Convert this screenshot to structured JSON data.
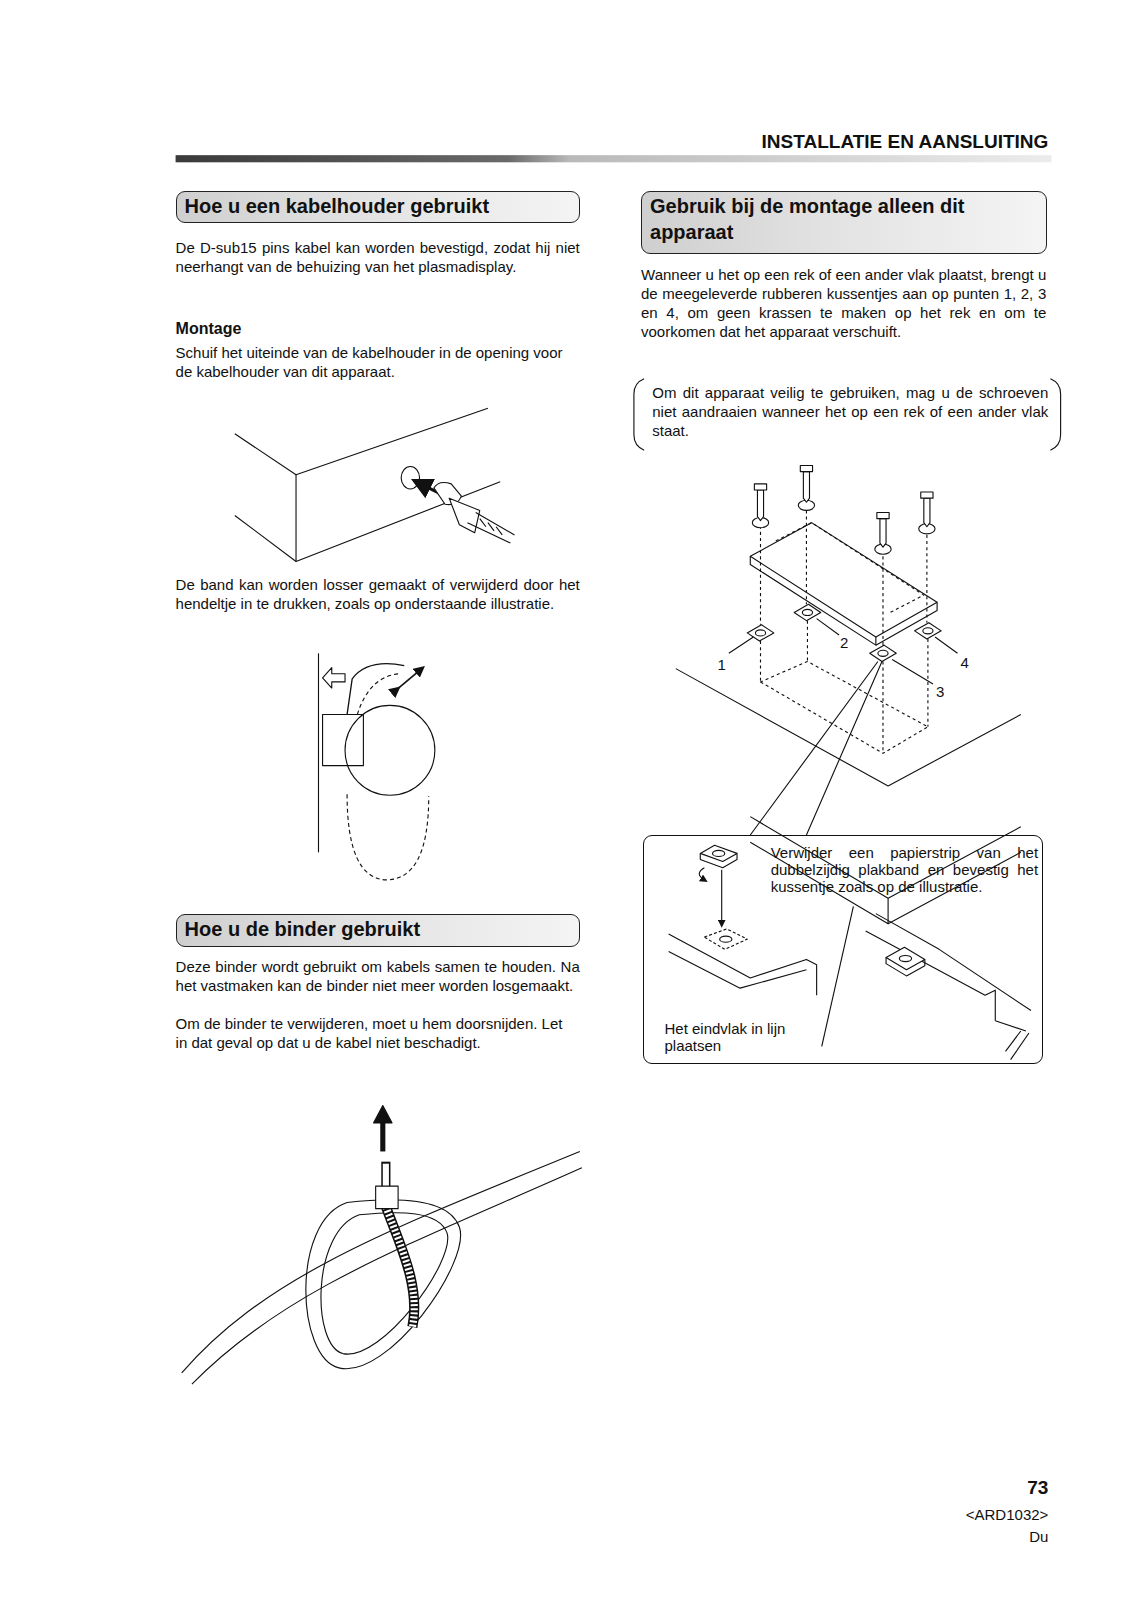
{
  "diagram": {
    "title": "INSTALLATIE EN AANSLUITING",
    "nodes": [
      {
        "text": [
          "Hoe u een kabelhouder gebruikt"
        ]
      },
      {
        "text": [
          "Gebruik bij de montage alleen dit apparaat"
        ]
      },
      {
        "text": [
          "Hoe u de binder gebruikt"
        ]
      },
      {
        "text": [
          "Verwijder een papierstrip van het dubbelzijdig plakband en bevestig het kussentje zoals op de illustratie.",
          "Het eindvlak in lijn plaatsen"
        ]
      }
    ],
    "labels": [
      "De D-sub15 pins kabel kan worden bevestigd, zodat hij niet neerhangt van de behuizing van het plasmadisplay.",
      "Montage",
      "Schuif het uiteinde van de kabelhouder in de opening voor de kabelhouder van dit apparaat.",
      "De band kan worden losser gemaakt of verwijderd door het hendeltje in te drukken, zoals op onderstaande illustratie.",
      "Deze binder wordt gebruikt om kabels samen te houden. Na het vastmaken kan de binder niet meer worden losgemaakt.",
      "Om de binder te verwijderen, moet u hem doorsnijden. Let in dat geval op dat u de kabel niet beschadigt.",
      "Wanneer u het op een rek of een ander vlak plaatst, brengt u de meegeleverde rubberen kussentjes aan op punten 1, 2, 3 en 4, om geen krassen te maken op het rek en om te voorkomen dat het apparaat verschuift.",
      "Om dit apparaat veilig te gebruiken, mag u de schroeven niet aandraaien wanneer het op een rek of een ander vlak staat.",
      "1",
      "2",
      "3",
      "4",
      "73",
      "<ARD1032>",
      "Du"
    ]
  }
}
